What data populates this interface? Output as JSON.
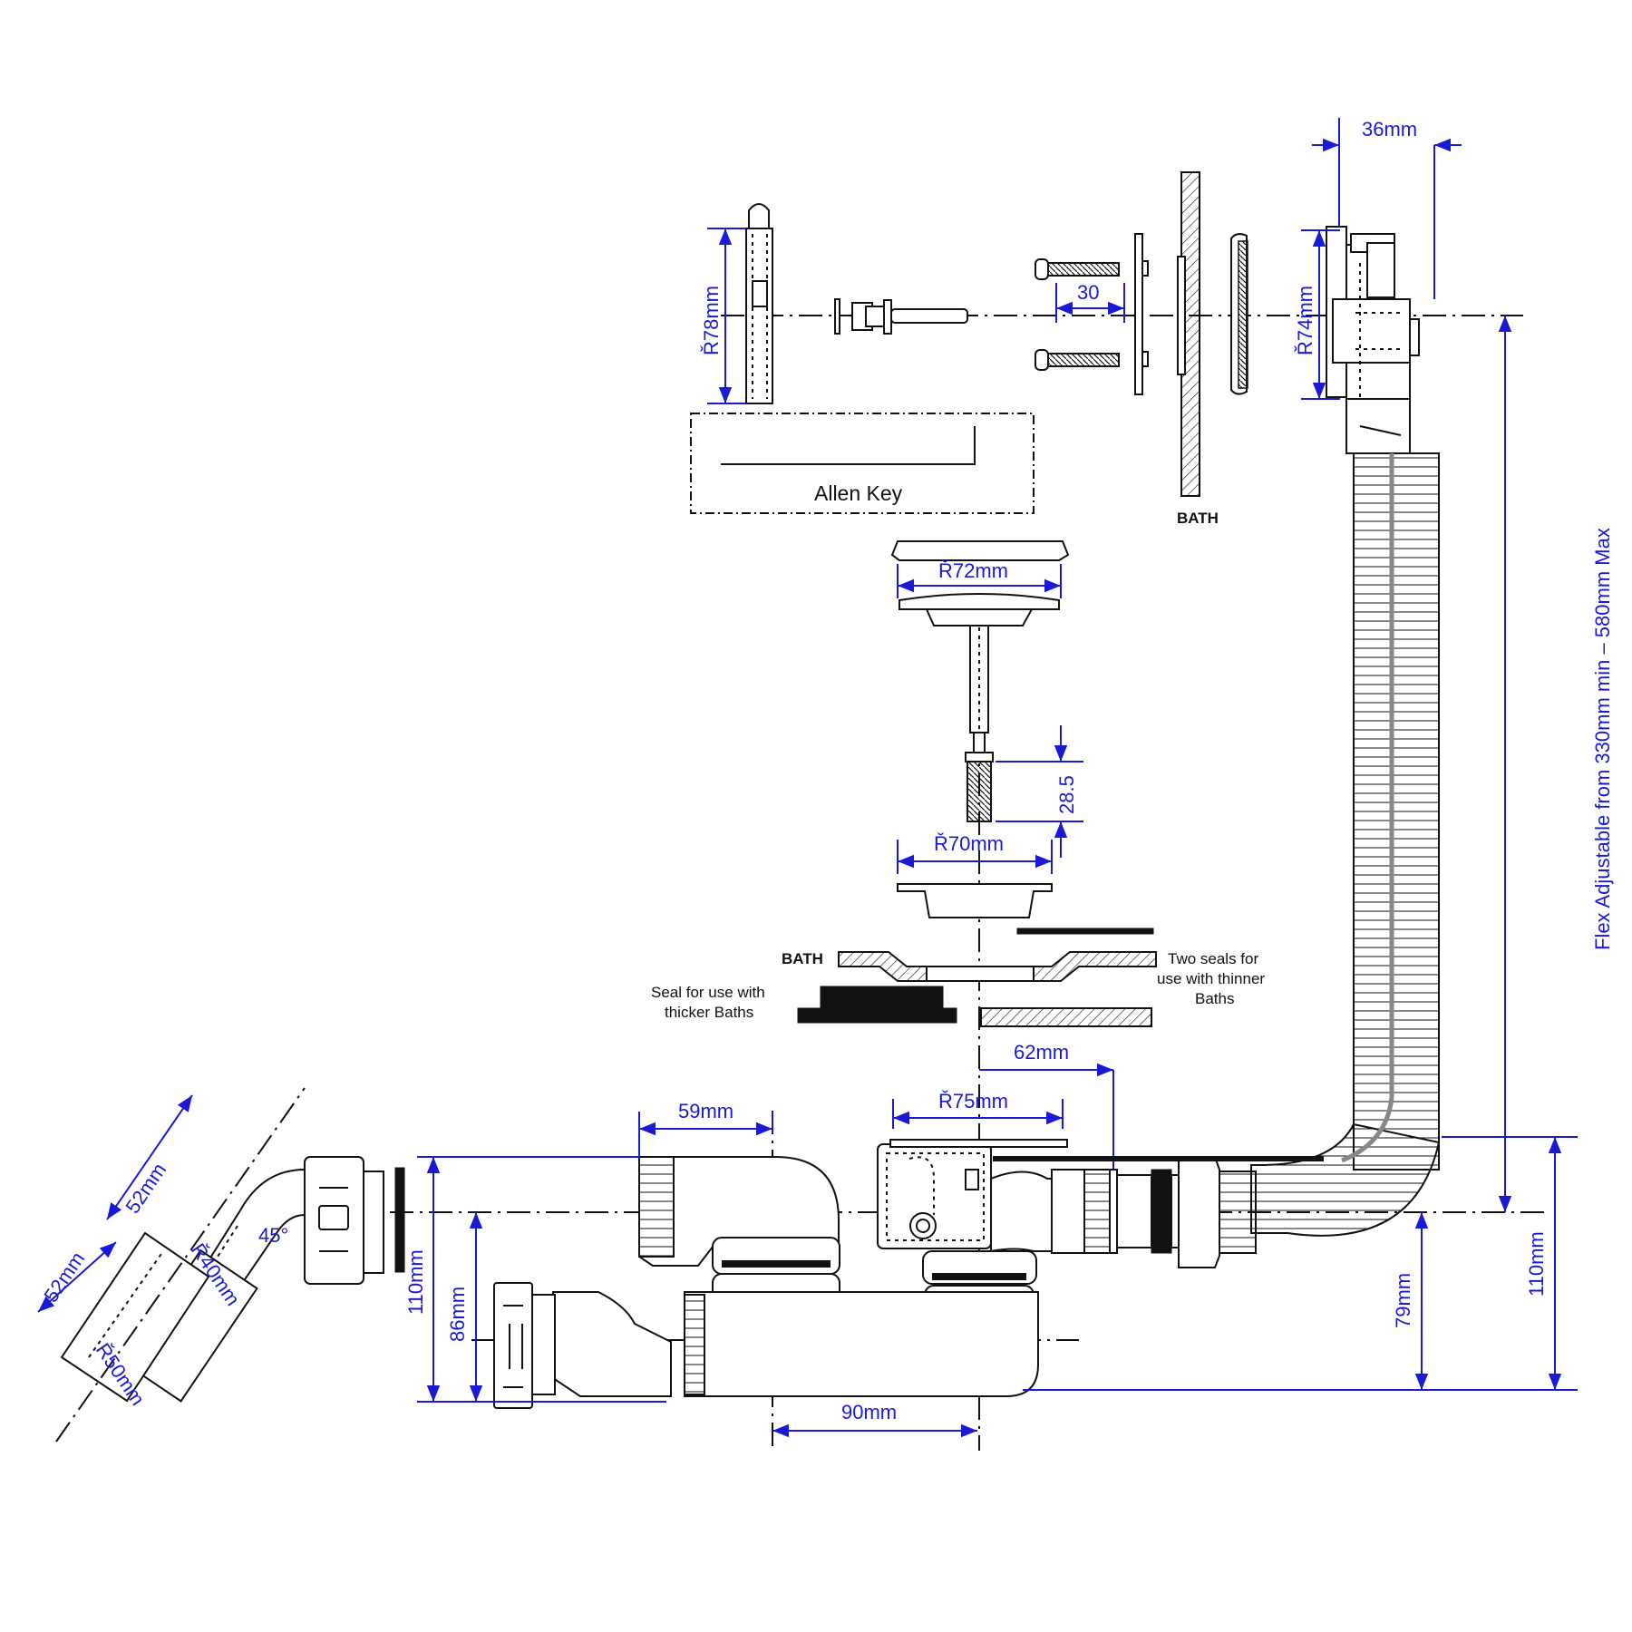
{
  "labels": {
    "allen_key": "Allen Key",
    "bath_top": "BATH",
    "bath_mid": "BATH",
    "seal_thicker": [
      "Seal for use with",
      "thicker Baths"
    ],
    "seals_thinner": [
      "Two seals for",
      "use with thinner",
      "Baths"
    ]
  },
  "dimensions": {
    "d36": "36mm",
    "r78": "Ř78mm",
    "d30": "30",
    "r74": "Ř74mm",
    "r72": "Ř72mm",
    "d28_5": "28.5",
    "r70": "Ř70mm",
    "d62": "62mm",
    "r75": "Ř75mm",
    "d59": "59mm",
    "d52a": "52mm",
    "d52b": "52mm",
    "a45": "45°",
    "r40": "Ř40mm",
    "r50": "Ř50mm",
    "d110_left": "110mm",
    "d86": "86mm",
    "d90": "90mm",
    "d79": "79mm",
    "d110_right": "110mm",
    "flex": "Flex Adjustable from 330mm min – 580mm Max"
  },
  "colors": {
    "dimension": "#1a1ad6",
    "line": "#111111"
  }
}
